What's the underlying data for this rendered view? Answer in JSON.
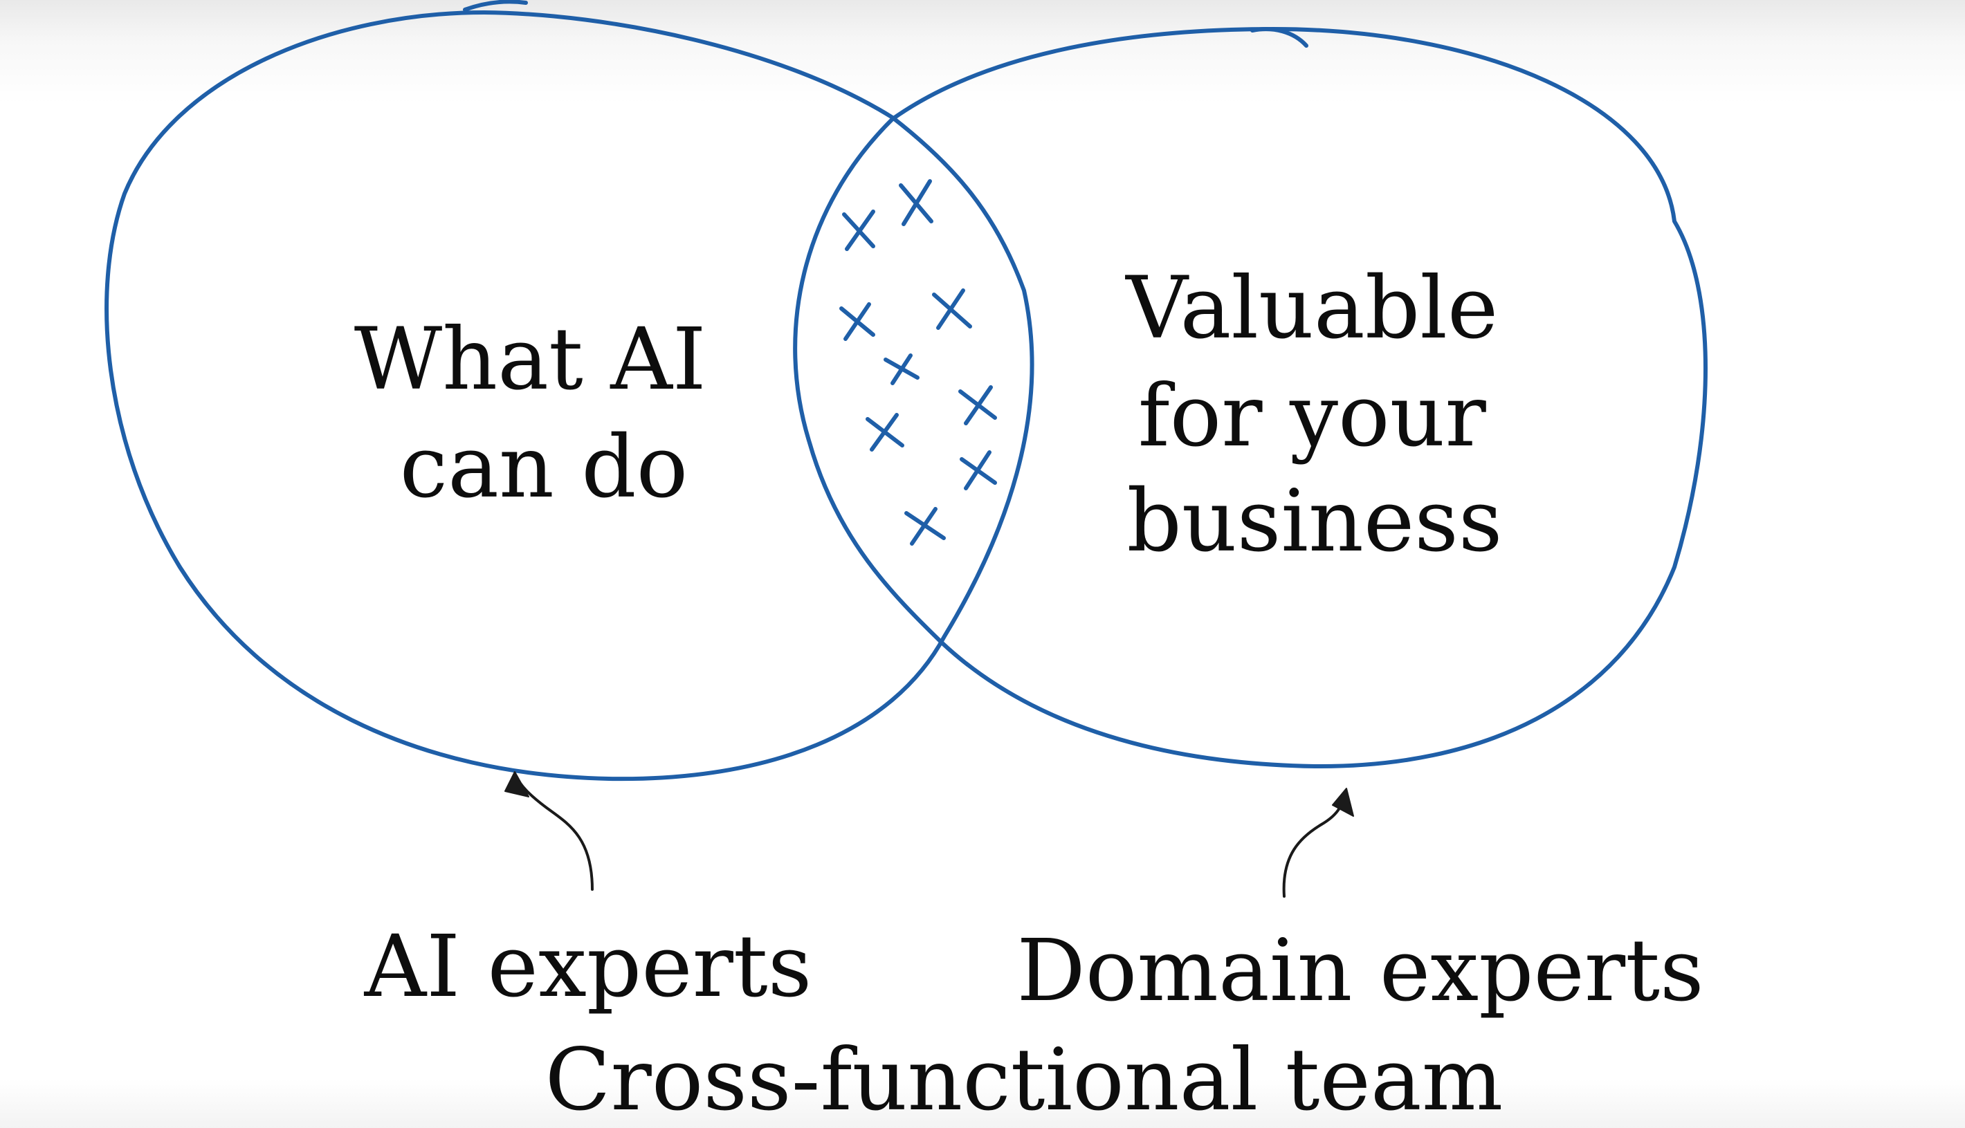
{
  "diagram": {
    "left_circle": {
      "line1": "What AI",
      "line2": "can do"
    },
    "right_circle": {
      "line1": "Valuable",
      "line2": "for your",
      "line3": "business"
    },
    "left_caption": "AI experts",
    "right_caption": "Domain experts",
    "bottom_caption": "Cross-functional team",
    "mark_glyph": "×",
    "colors": {
      "ink_blue": "#1f5fa8",
      "text": "#0d0d0d"
    }
  }
}
